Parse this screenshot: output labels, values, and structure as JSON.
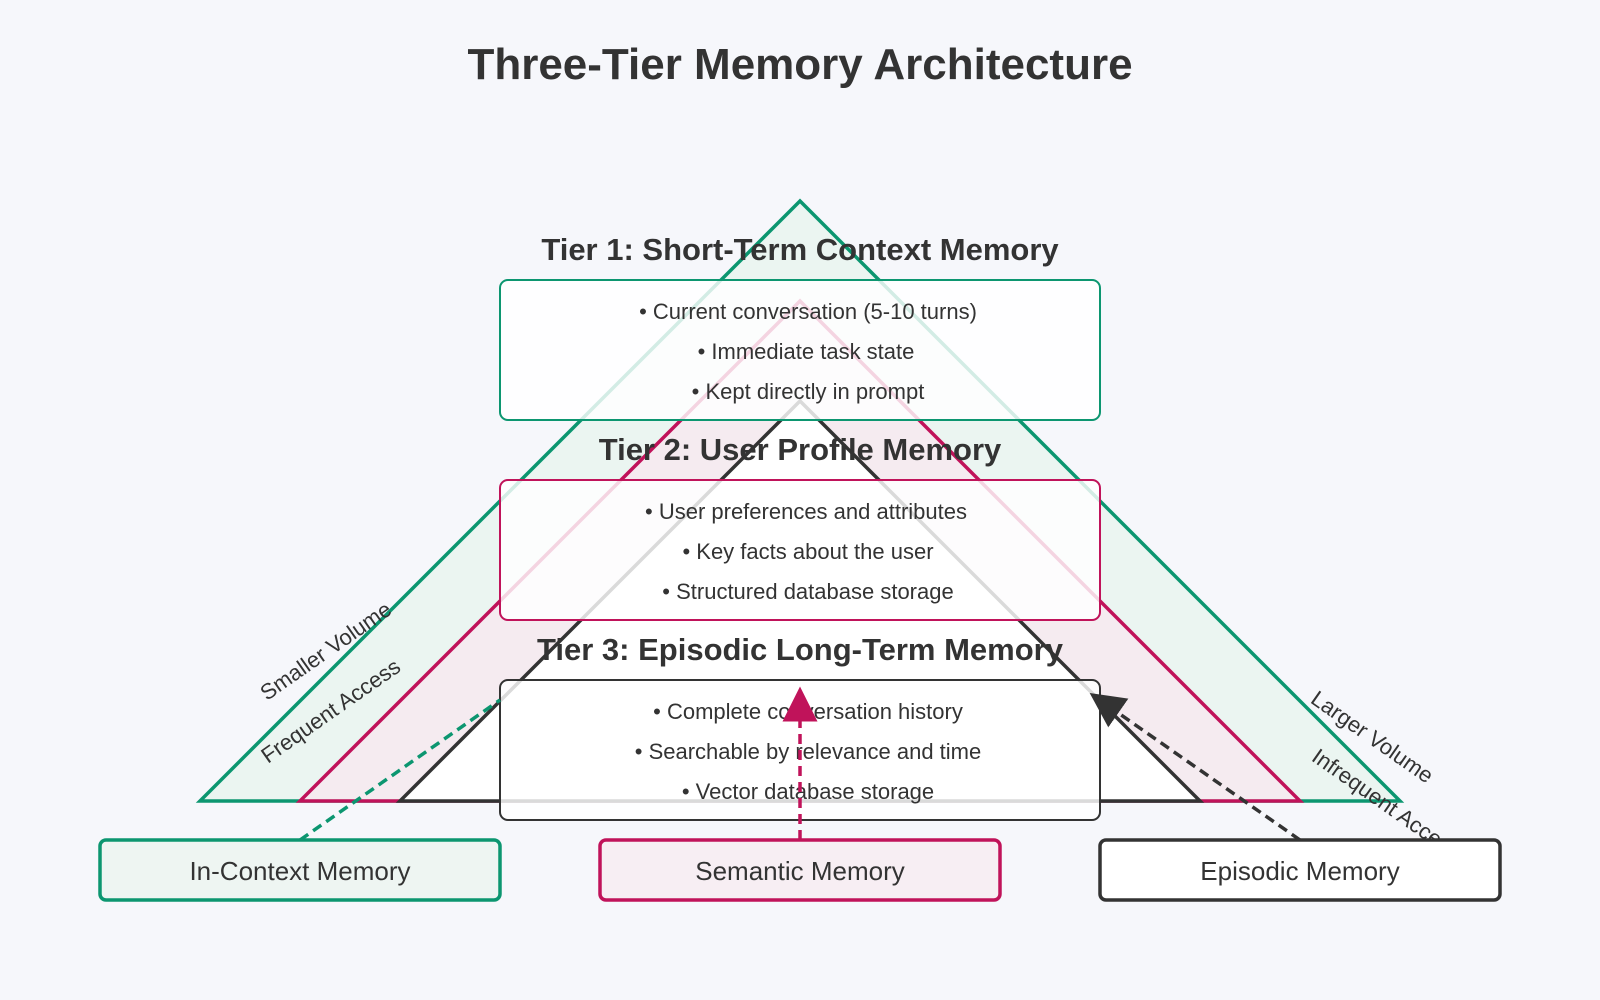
{
  "title": "Three-Tier Memory Architecture",
  "colors": {
    "background": "#f6f7fb",
    "tier1": "#0c9670",
    "tier2": "#c0135a",
    "tier3": "#333333",
    "tier1_fill": "#e9f4ef",
    "tier2_fill": "#f7e9f0",
    "text": "#333333"
  },
  "tiers": [
    {
      "title": "Tier 1: Short-Term Context Memory",
      "bullets": [
        "• Current conversation (5-10 turns)",
        "• Immediate task state",
        "• Kept directly in prompt"
      ]
    },
    {
      "title": "Tier 2: User Profile Memory",
      "bullets": [
        "• User preferences and attributes",
        "• Key facts about the user",
        "• Structured database storage"
      ]
    },
    {
      "title": "Tier 3: Episodic Long-Term Memory",
      "bullets": [
        "• Complete conversation history",
        "• Searchable by relevance and time",
        "• Vector database storage"
      ]
    }
  ],
  "side_labels": {
    "left": [
      "Smaller Volume",
      "Frequent Access"
    ],
    "right": [
      "Larger Volume",
      "Infrequent Access"
    ]
  },
  "memory_types": [
    {
      "label": "In-Context Memory"
    },
    {
      "label": "Semantic Memory"
    },
    {
      "label": "Episodic Memory"
    }
  ]
}
